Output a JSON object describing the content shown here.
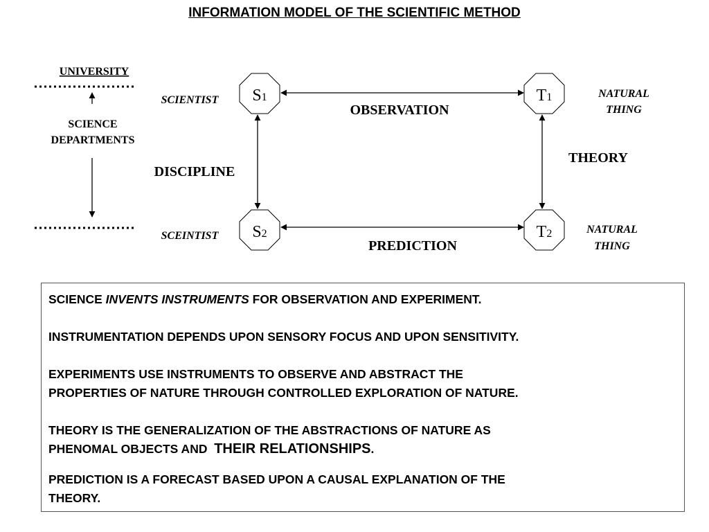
{
  "title": "INFORMATION MODEL OF THE SCIENTIFIC METHOD",
  "university": {
    "label": "UNIVERSITY",
    "departments_line1": "SCIENCE",
    "departments_line2": "DEPARTMENTS"
  },
  "nodes": {
    "s1": {
      "letter": "S",
      "sub": "1",
      "role": "SCIENTIST"
    },
    "s2": {
      "letter": "S",
      "sub": "2",
      "role": "SCEINTIST"
    },
    "t1": {
      "letter": "T",
      "sub": "1",
      "role_line1": "NATURAL",
      "role_line2": "THING"
    },
    "t2": {
      "letter": "T",
      "sub": "2",
      "role_line1": "NATURAL",
      "role_line2": "THING"
    }
  },
  "edges": {
    "observation": "OBSERVATION",
    "prediction": "PREDICTION",
    "discipline": "DISCIPLINE",
    "theory": "THEORY"
  },
  "statements": {
    "s1_pre": "SCIENCE ",
    "s1_em": "INVENTS INSTRUMENTS",
    "s1_post": " FOR OBSERVATION AND EXPERIMENT.",
    "s2": "INSTRUMENTATION DEPENDS UPON SENSORY FOCUS AND UPON SENSITIVITY.",
    "s3_line1": "EXPERIMENTS USE INSTRUMENTS TO OBSERVE AND ABSTRACT THE",
    "s3_line2": "PROPERTIES OF NATURE THROUGH CONTROLLED EXPLORATION OF NATURE.",
    "s4_line1": "THEORY IS THE GENERALIZATION OF THE ABSTRACTIONS OF NATURE AS",
    "s4_line2": "PHENOMAL OBJECTS AND  ",
    "s4_big": "THEIR RELATIONSHIPS",
    "s4_end": ".",
    "s5_line1": "PREDICTION IS A FORECAST BASED UPON A CAUSAL EXPLANATION OF THE",
    "s5_line2": "THEORY."
  }
}
